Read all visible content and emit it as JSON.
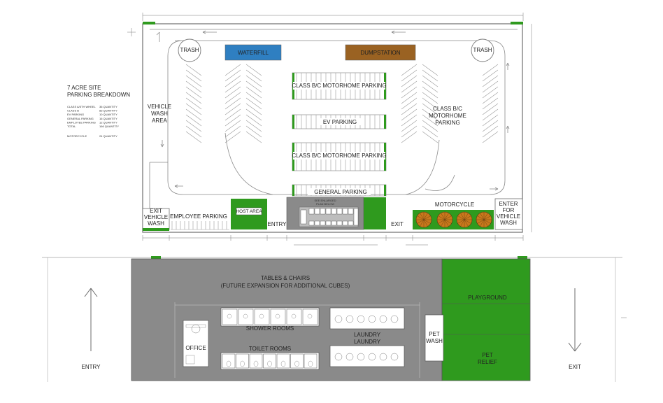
{
  "site_plan": {
    "labels": {
      "trash_left": "TRASH",
      "trash_right": "TRASH",
      "waterfill": "WATERFILL",
      "dumpstation": "DUMPSTATION",
      "class_bc_top": "CLASS B/C MOTORHOME PARKING",
      "ev_parking": "EV PARKING",
      "class_bc_mid": "CLASS B/C MOTORHOME PARKING",
      "general_parking": "GENERAL PARKING",
      "class_bc_right_1": "CLASS B/C",
      "class_bc_right_2": "MOTORHOME",
      "class_bc_right_3": "PARKING",
      "vehicle_wash_area_1": "VEHICLE",
      "vehicle_wash_area_2": "WASH",
      "vehicle_wash_area_3": "AREA",
      "exit_wash_1": "EXIT",
      "exit_wash_2": "VEHICLE",
      "exit_wash_3": "WASH",
      "employee_parking": "EMPLOYEE PARKING",
      "host_area": "HOST AREA",
      "entry": "ENTRY",
      "exit": "EXIT",
      "motorcycle": "MOTORCYCLE",
      "enter_wash_1": "ENTER",
      "enter_wash_2": "FOR",
      "enter_wash_3": "VEHICLE",
      "enter_wash_4": "WASH",
      "see_enlarged_1": "SEE ENLARGED",
      "see_enlarged_2": "PLAN BELOW"
    },
    "breakdown": {
      "title_1": "7 ACRE SITE",
      "title_2": "PARKING BREAKDOWN",
      "rows": [
        {
          "name": "CLASS A/5TH WHEEL",
          "qty": "36 QUANTITY"
        },
        {
          "name": "CLASS B",
          "qty": "83 QUANTITY"
        },
        {
          "name": "EV PARKING",
          "qty": "10 QUANTITY"
        },
        {
          "name": "GENERAL PARKING",
          "qty": "16 QUANTITY"
        },
        {
          "name": "EMPLOYEE PARKING",
          "qty": "12 QUANTITY"
        },
        {
          "name": "TOTAL",
          "qty": "166 QUANTITY"
        }
      ],
      "motorcycle": {
        "name": "MOTORCYCLE",
        "qty": "24 QUANTITY"
      }
    }
  },
  "enlarged_plan": {
    "labels": {
      "tables_1": "TABLES & CHAIRS",
      "tables_2": "(FUTURE EXPANSION FOR ADDITIONAL CUBES)",
      "shower_rooms": "SHOWER ROOMS",
      "toilet_rooms": "TOILET ROOMS",
      "laundry_1": "LAUNDRY",
      "laundry_2": "LAUNDRY",
      "office": "OFFICE",
      "pet_wash_1": "PET",
      "pet_wash_2": "WASH",
      "playground": "PLAYGROUND",
      "pet_relief_1": "PET",
      "pet_relief_2": "RELIEF",
      "entry": "ENTRY",
      "exit": "EXIT"
    }
  },
  "colors": {
    "waterfill": "#2f7fc1",
    "dumpstation": "#9a6222",
    "green": "#2f9a1e",
    "gray": "#8a8a8a",
    "motorcycle": "#c9781c"
  }
}
